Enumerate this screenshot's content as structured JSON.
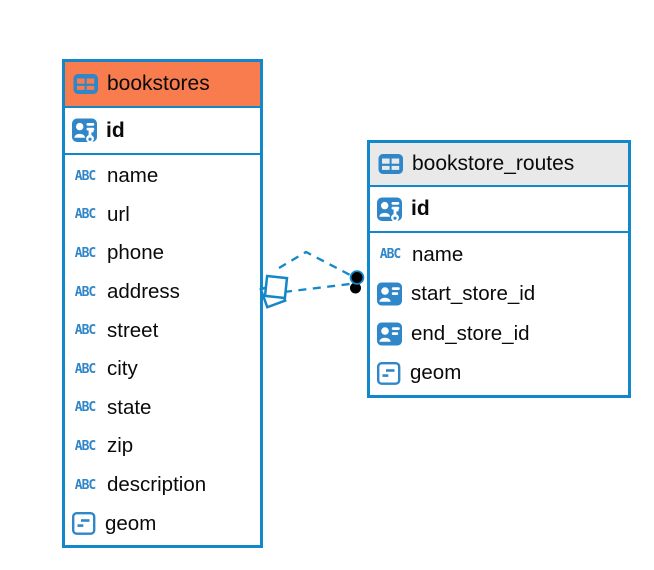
{
  "colors": {
    "accent_blue": "#1287C9",
    "icon_blue": "#2F86C8",
    "bookstores_header": "#F87C4E",
    "routes_header": "#E9E9E9",
    "text": "#0A0A0A",
    "marker_dot": "#000000"
  },
  "icon_glyphs": {
    "text_type": "ABC"
  },
  "tables": [
    {
      "name": "bookstores",
      "header_icon": "table-icon",
      "header_color": "#F87C4E",
      "pk": {
        "name": "id",
        "icon": "primary-key-icon"
      },
      "columns": [
        {
          "name": "name",
          "icon": "text-icon"
        },
        {
          "name": "url",
          "icon": "text-icon"
        },
        {
          "name": "phone",
          "icon": "text-icon"
        },
        {
          "name": "address",
          "icon": "text-icon"
        },
        {
          "name": "street",
          "icon": "text-icon"
        },
        {
          "name": "city",
          "icon": "text-icon"
        },
        {
          "name": "state",
          "icon": "text-icon"
        },
        {
          "name": "zip",
          "icon": "text-icon"
        },
        {
          "name": "description",
          "icon": "text-icon"
        },
        {
          "name": "geom",
          "icon": "geometry-icon"
        }
      ]
    },
    {
      "name": "bookstore_routes",
      "header_icon": "table-icon",
      "header_color": "#E9E9E9",
      "pk": {
        "name": "id",
        "icon": "primary-key-icon"
      },
      "columns": [
        {
          "name": "name",
          "icon": "text-icon"
        },
        {
          "name": "start_store_id",
          "icon": "reference-icon"
        },
        {
          "name": "end_store_id",
          "icon": "reference-icon"
        },
        {
          "name": "geom",
          "icon": "geometry-icon"
        }
      ]
    }
  ],
  "relationships": [
    {
      "from": "bookstore_routes",
      "to": "bookstores",
      "line_style": "dashed",
      "marker_bookstores_end": "stacked-diamonds",
      "marker_routes_end": "stacked-dots",
      "line_count": 2
    }
  ]
}
